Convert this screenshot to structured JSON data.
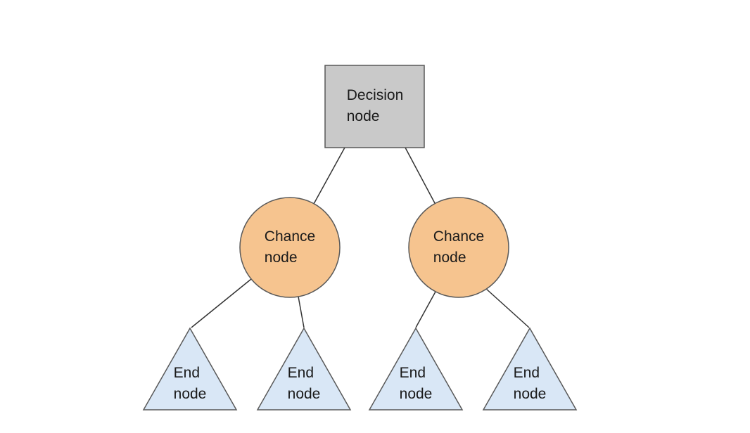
{
  "diagram": {
    "title": "decision-tree",
    "nodes": {
      "decision": {
        "label": "Decision\nnode",
        "shape": "square"
      },
      "chance_left": {
        "label": "Chance\nnode",
        "shape": "circle"
      },
      "chance_right": {
        "label": "Chance\nnode",
        "shape": "circle"
      },
      "end_1": {
        "label": "End\nnode",
        "shape": "triangle"
      },
      "end_2": {
        "label": "End\nnode",
        "shape": "triangle"
      },
      "end_3": {
        "label": "End\nnode",
        "shape": "triangle"
      },
      "end_4": {
        "label": "End\nnode",
        "shape": "triangle"
      }
    }
  },
  "colors": {
    "background": "#ffffff",
    "decision_fill": "#c9c9c9",
    "chance_fill": "#f6c48f",
    "end_fill": "#d9e7f6",
    "stroke": "#595959",
    "connector": "#333333",
    "text": "#1a1a1a"
  }
}
